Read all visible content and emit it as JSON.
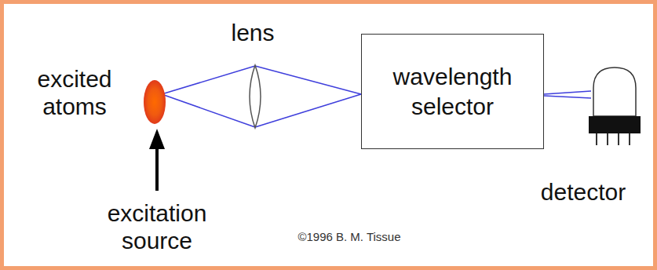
{
  "diagram": {
    "nodes": [
      {
        "text": [
          "wavelength selector"
        ]
      }
    ],
    "labels": [
      "excited atoms",
      "lens",
      "excitation source",
      "detector",
      "©1996 B. M. Tissue"
    ]
  }
}
